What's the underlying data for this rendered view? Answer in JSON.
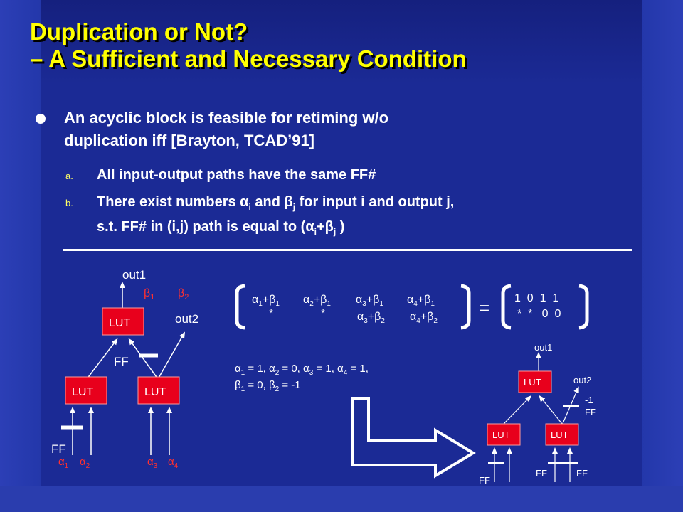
{
  "title": {
    "line1": "Duplication or Not?",
    "line2": "– A Sufficient and Necessary Condition"
  },
  "bullet": {
    "line1": "An acyclic block is feasible for retiming w/o",
    "line2": "duplication iff [Brayton, TCAD’91]"
  },
  "items": [
    {
      "letter": "a.",
      "text": "All input-output paths have the same FF#"
    },
    {
      "letter": "b.",
      "line1": "There exist numbers α",
      "sub_i": "i",
      "mid1": " and β",
      "sub_j": "j",
      "mid2": " for input i and output j,",
      "line2a": "s.t. FF# in (i,j) path is equal to (α",
      "line2b": "+β",
      "line2c": " )"
    }
  ],
  "left_circuit": {
    "lut_label": "LUT",
    "out1": "out1",
    "out2": "out2",
    "ff_mid": "FF",
    "ff_bottom": "FF",
    "beta1": "β1",
    "beta2": "β2",
    "alpha_labels": [
      "α1",
      "α2",
      "α3",
      "α4"
    ]
  },
  "matrix_left": {
    "row1": [
      "α1+β1",
      "α2+β1",
      "α3+β1",
      "α4+β1"
    ],
    "row2": [
      "*",
      "*",
      "α3+β2",
      "α4+β2"
    ]
  },
  "equals": "=",
  "matrix_right": {
    "row1": "1 0 1 1",
    "row2": "* * 0 0"
  },
  "solution": {
    "line1": "α1 = 1, α2 = 0, α3 = 1, α4 = 1,",
    "line2": "β1 = 0, β2 = -1"
  },
  "right_circuit": {
    "lut_label": "LUT",
    "out1": "out1",
    "out2": "out2",
    "minus1": "-1",
    "ff_side": "FF",
    "ff_labels": [
      "FF",
      "FF",
      "FF"
    ]
  },
  "colors": {
    "background": "#1b2a95",
    "title": "#ffff00",
    "lut_fill": "#e8001c",
    "alpha_beta_red": "#ff3030"
  }
}
